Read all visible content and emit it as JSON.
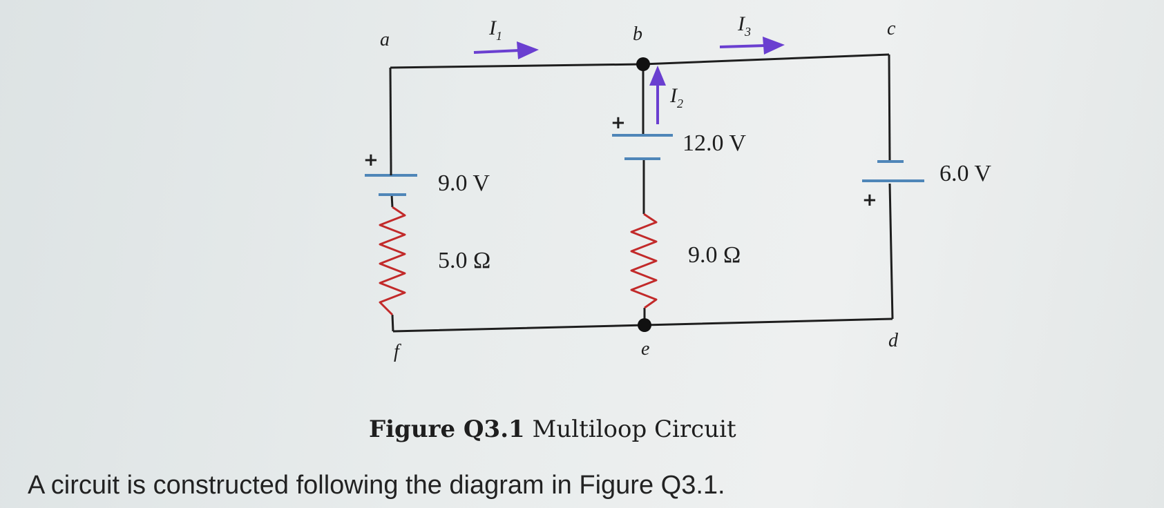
{
  "nodes": {
    "a": "a",
    "b": "b",
    "c": "c",
    "d": "d",
    "e": "e",
    "f": "f"
  },
  "currents": {
    "i1": {
      "symbol": "I",
      "sub": "1"
    },
    "i2": {
      "symbol": "I",
      "sub": "2"
    },
    "i3": {
      "symbol": "I",
      "sub": "3"
    }
  },
  "components": {
    "battery_left": {
      "label": "9.0 V",
      "polarity": "+"
    },
    "battery_mid": {
      "label": "12.0 V",
      "polarity": "+"
    },
    "battery_right": {
      "label": "6.0 V",
      "polarity": "+"
    },
    "resistor_left": {
      "label": "5.0 Ω"
    },
    "resistor_mid": {
      "label": "9.0 Ω"
    }
  },
  "caption": {
    "label": "Figure Q3.1",
    "title": "Multiloop Circuit"
  },
  "body_text": "A circuit is constructed following the diagram in Figure Q3.1.",
  "colors": {
    "wire": "#1e1e1e",
    "resistor": "#c22a2a",
    "battery_plate": "#4f86b8",
    "current_arrow": "#6a3fd0"
  }
}
